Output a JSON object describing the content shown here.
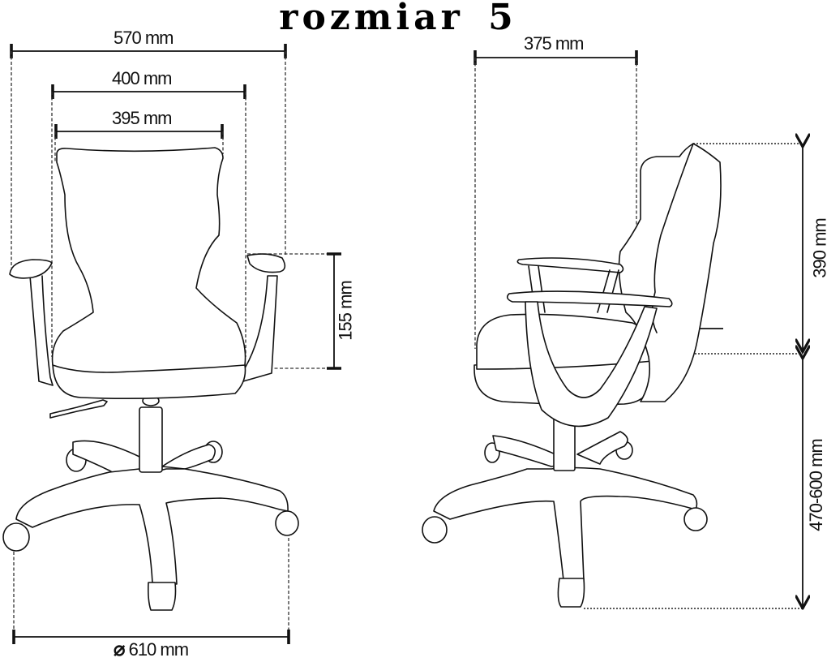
{
  "title": "rozmiar 5",
  "front_view": {
    "overall_width": "570 mm",
    "seat_width": "400 mm",
    "backrest_width": "395 mm",
    "armrest_height": "155 mm",
    "base_diameter_symbol": "⌀",
    "base_diameter": "610 mm"
  },
  "side_view": {
    "seat_depth": "375 mm",
    "backrest_height": "390 mm",
    "seat_height": "470-600 mm"
  },
  "colors": {
    "line": "#111111",
    "background": "#ffffff"
  }
}
